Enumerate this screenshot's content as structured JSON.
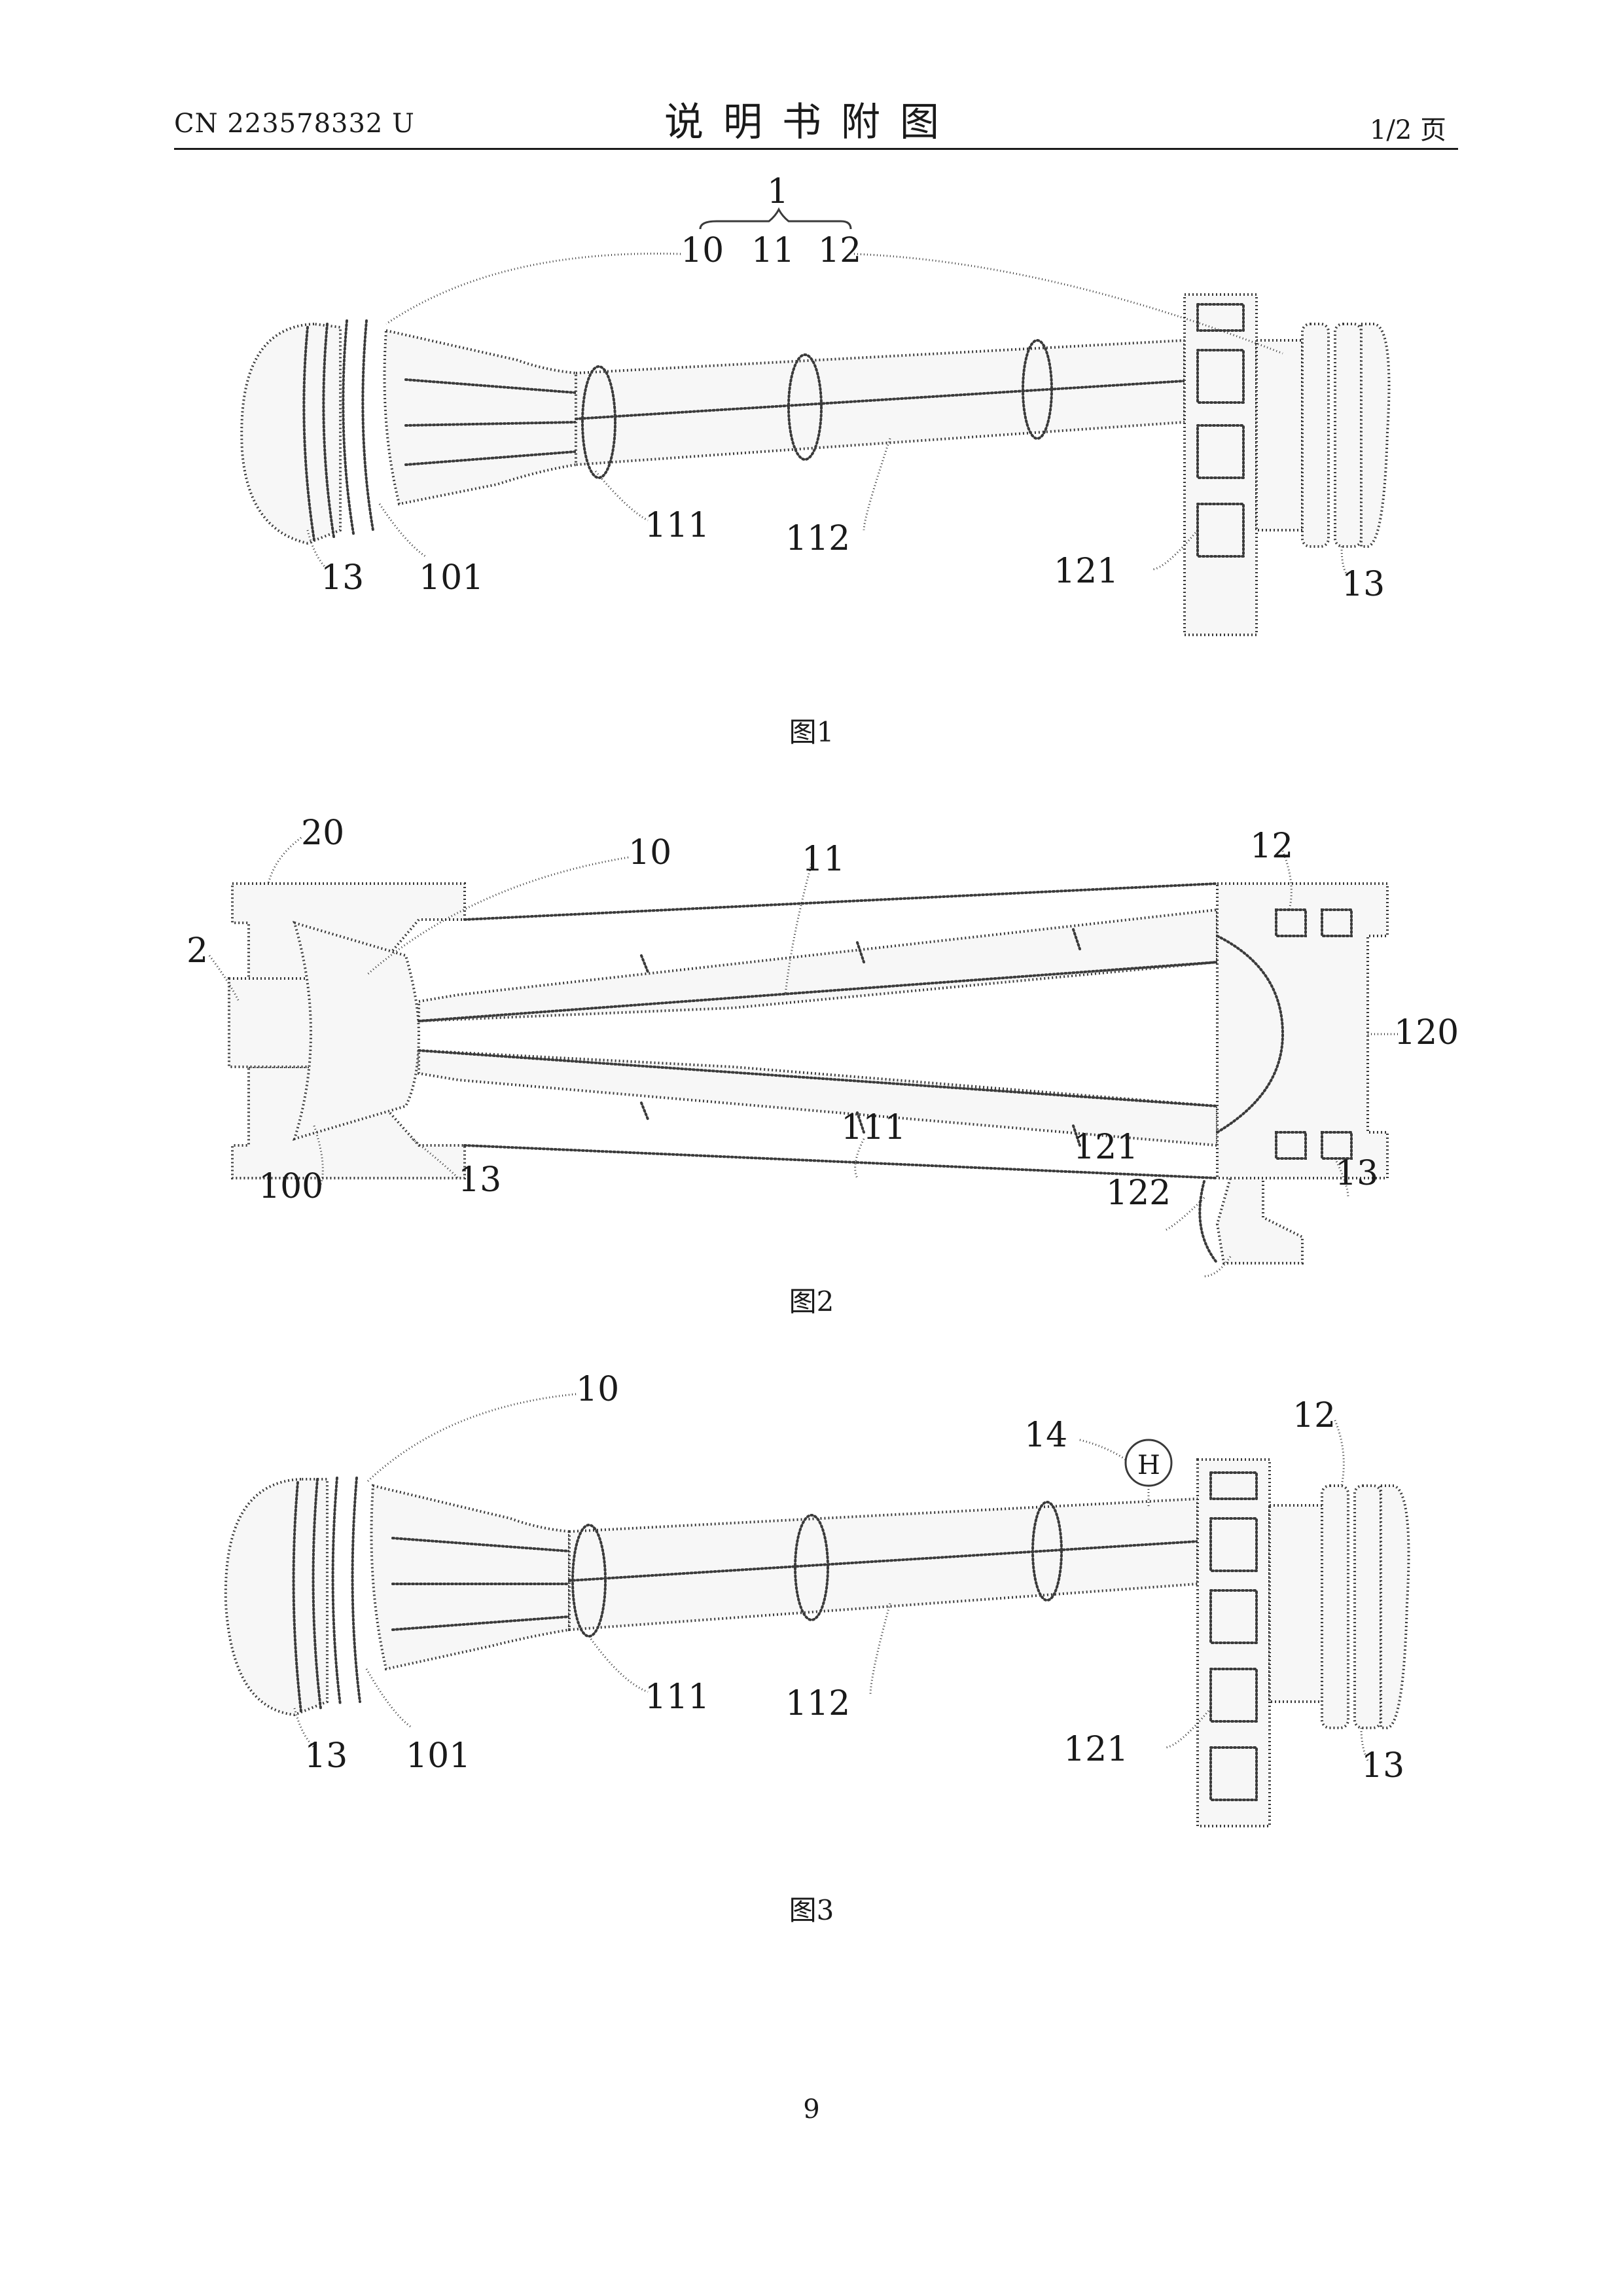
{
  "header": {
    "patent_number": "CN 223578332 U",
    "title": "说明书附图",
    "page_of": "1/2 页"
  },
  "figures": [
    {
      "caption": "图1",
      "labels": [
        "1",
        "10",
        "11",
        "12",
        "13",
        "101",
        "111",
        "112",
        "121",
        "13"
      ]
    },
    {
      "caption": "图2",
      "labels": [
        "20",
        "2",
        "10",
        "11",
        "12",
        "120",
        "100",
        "13",
        "111",
        "121",
        "122",
        "13"
      ]
    },
    {
      "caption": "图3",
      "labels": [
        "10",
        "14",
        "H",
        "12",
        "13",
        "101",
        "111",
        "112",
        "121",
        "13"
      ]
    }
  ],
  "page_number": "9"
}
